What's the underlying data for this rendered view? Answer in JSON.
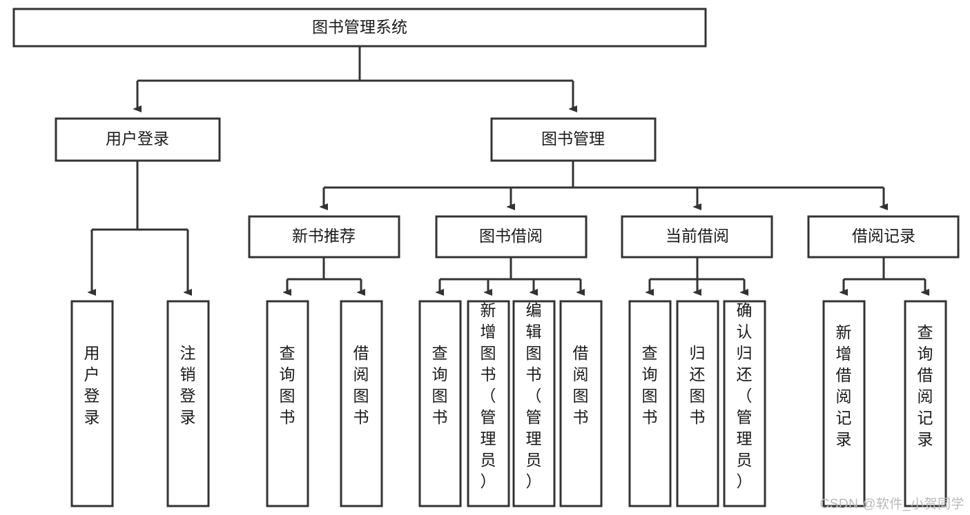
{
  "diagram": {
    "title": "图书管理系统",
    "watermark": "CSDN @软件_小贺同学",
    "colors": {
      "stroke": "#333333",
      "fill": "#ffffff",
      "text": "#1a1a1a",
      "watermark": "#b9b9b9"
    },
    "root": {
      "label": "图书管理系统"
    },
    "level2": [
      {
        "label": "用户登录"
      },
      {
        "label": "图书管理"
      }
    ],
    "level3": [
      {
        "label": "新书推荐"
      },
      {
        "label": "图书借阅"
      },
      {
        "label": "当前借阅"
      },
      {
        "label": "借阅记录"
      }
    ],
    "leaves": {
      "user_login": [
        {
          "label": "用户登录"
        },
        {
          "label": "注销登录"
        }
      ],
      "new_book": [
        {
          "label": "查询图书"
        },
        {
          "label": "借阅图书"
        }
      ],
      "book_borrow": [
        {
          "label": "查询图书"
        },
        {
          "label": "新增图书（管理员）"
        },
        {
          "label": "编辑图书（管理员）"
        },
        {
          "label": "借阅图书"
        }
      ],
      "current_borrow": [
        {
          "label": "查询图书"
        },
        {
          "label": "归还图书"
        },
        {
          "label": "确认归还（管理员）"
        }
      ],
      "borrow_record": [
        {
          "label": "新增借阅记录"
        },
        {
          "label": "查询借阅记录"
        }
      ]
    }
  }
}
